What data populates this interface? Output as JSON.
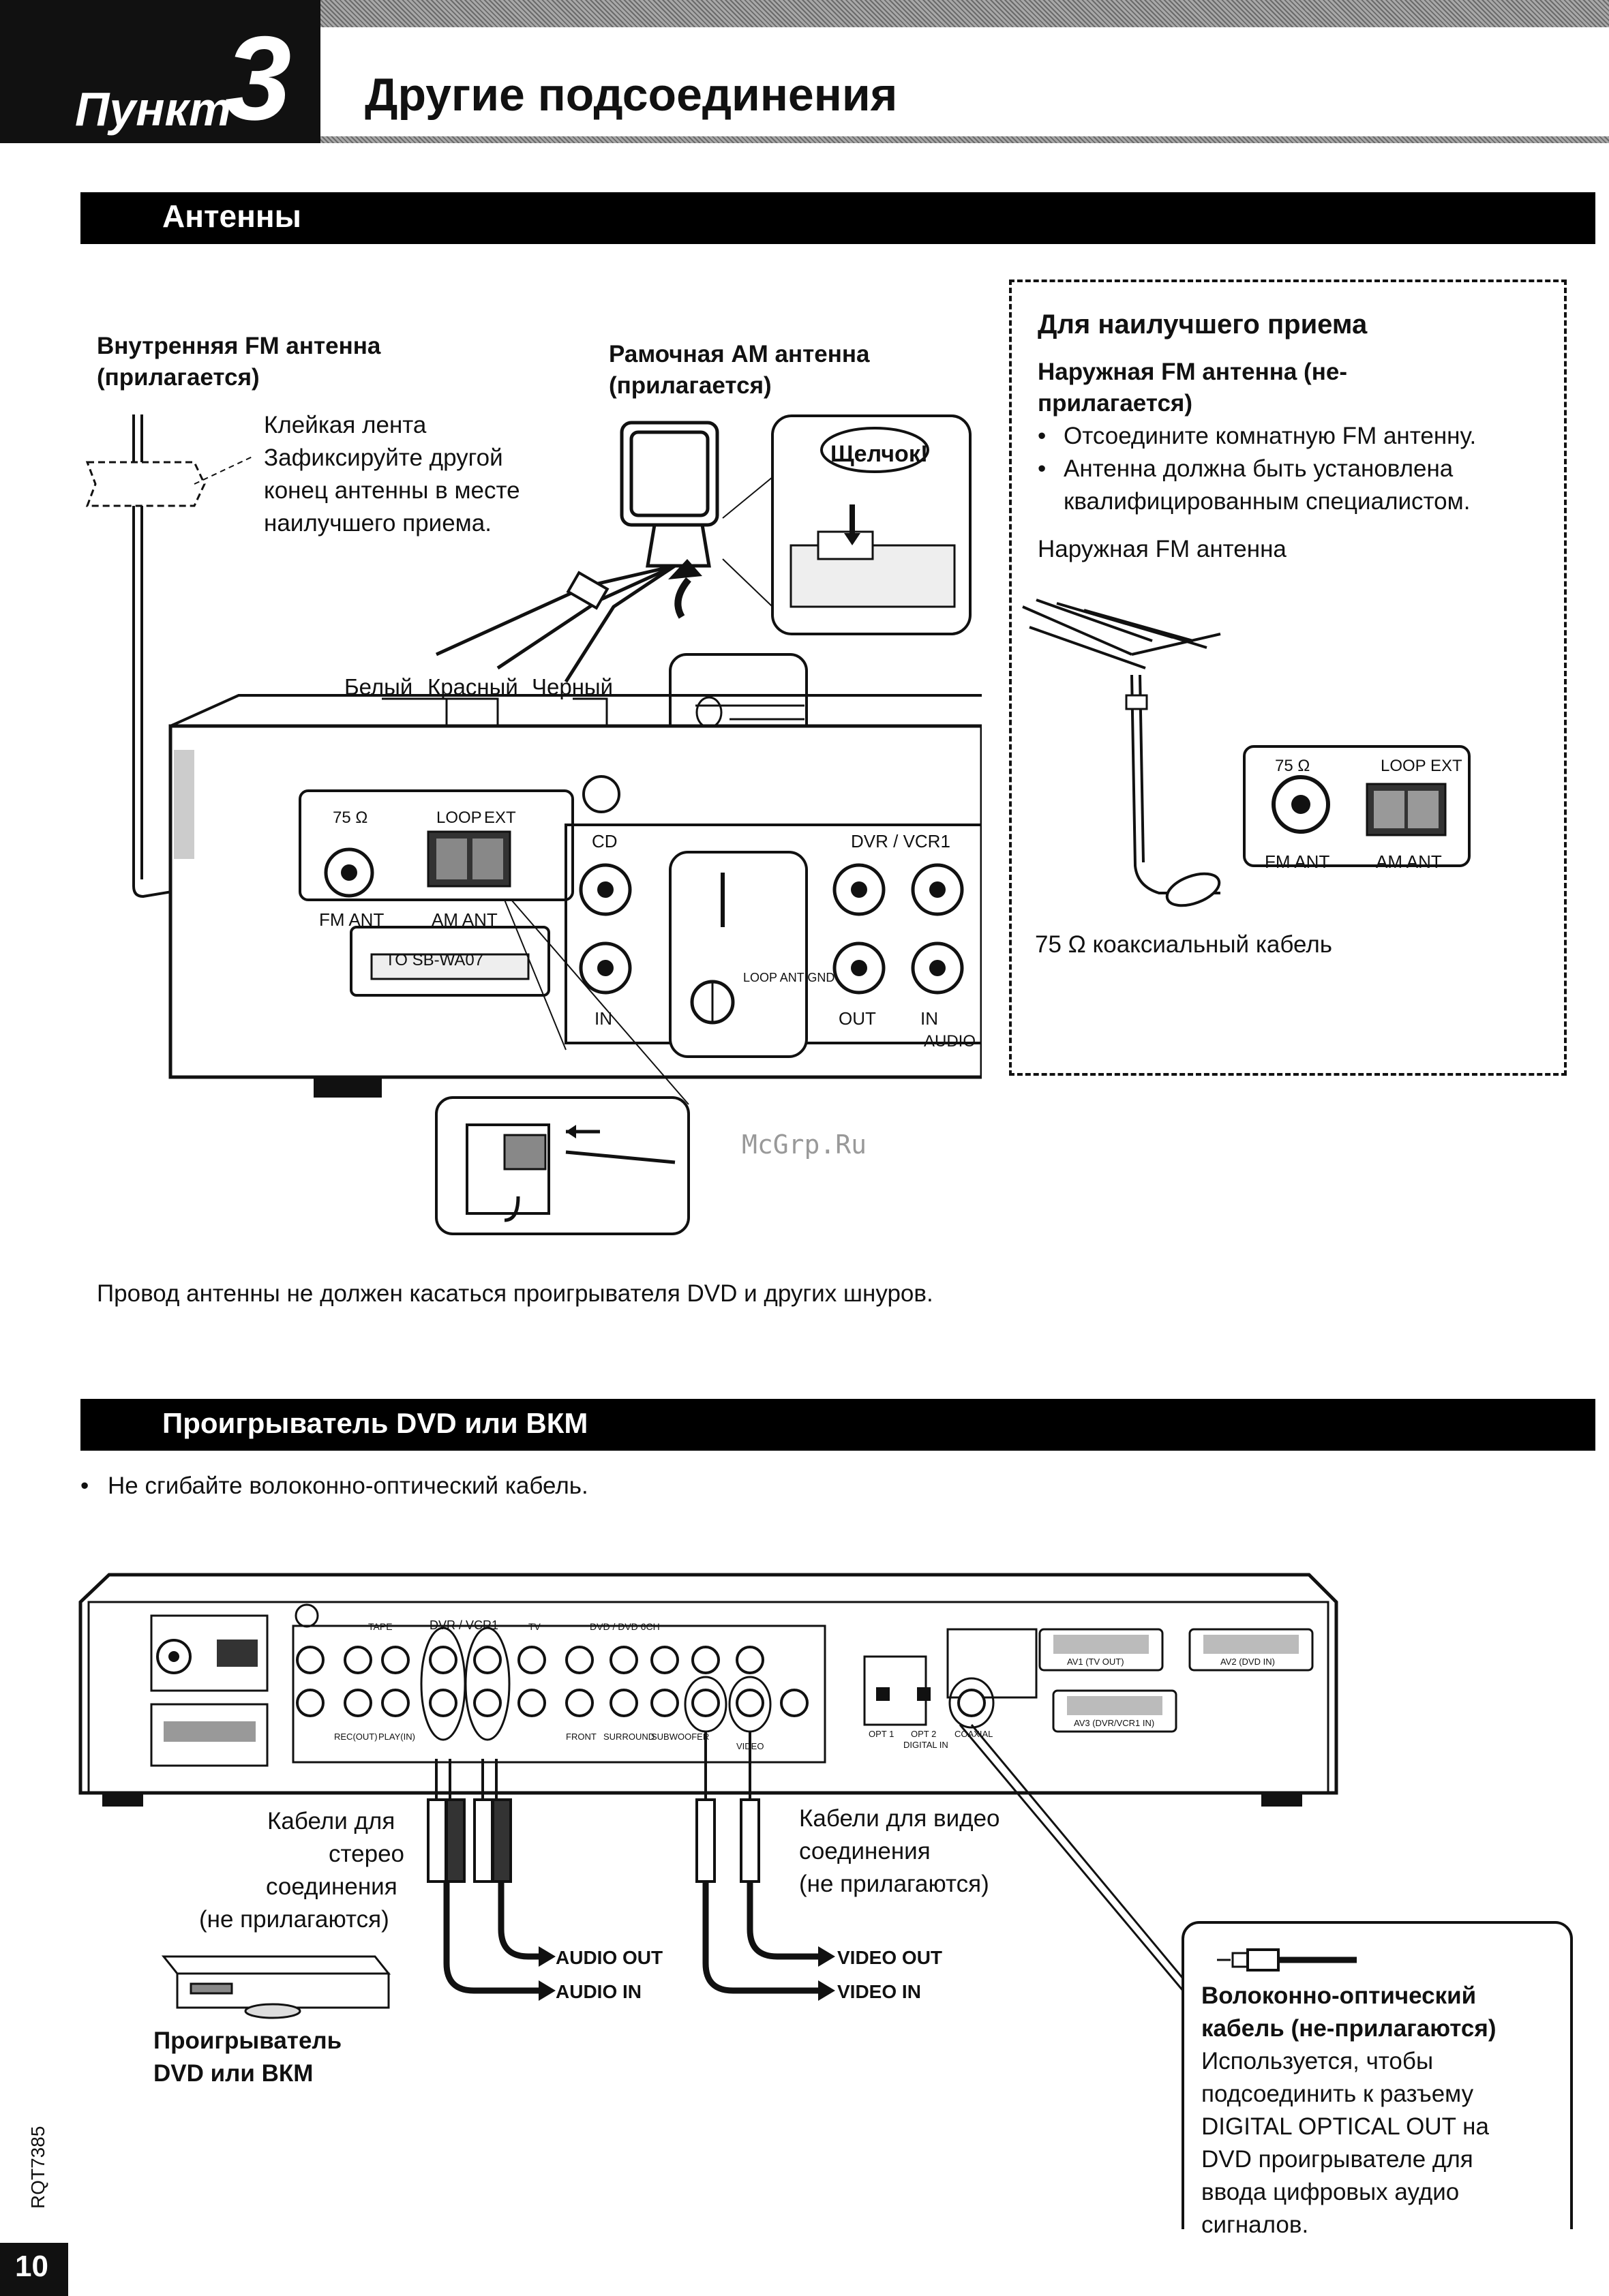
{
  "header": {
    "step_word": "Пункт",
    "step_number": "3",
    "title": "Другие подсоединения"
  },
  "antennas": {
    "section_title": "Антенны",
    "fm_indoor_title": "Внутренняя FM антенна",
    "fm_indoor_sub": "(прилагается)",
    "tape_label": "Клейкая лента",
    "tape_note": [
      "Зафиксируйте другой",
      "конец антенны в месте",
      "наилучшего приема."
    ],
    "am_loop_title": "Рамочная АМ антенна",
    "am_loop_sub": "(прилагается)",
    "click_label": "Щелчок!",
    "wire_white": "Белый",
    "wire_red": "Красный",
    "wire_black": "Черный",
    "panel": {
      "ohm": "75 Ω",
      "fm_ant": "FM ANT",
      "am_ant": "AM ANT",
      "loop": "LOOP",
      "ext": "EXT",
      "to_sb": "TO SB-WA07",
      "cd": "CD",
      "dvr": "DVR / VCR1",
      "in": "IN",
      "out": "OUT",
      "audio": "AUDIO",
      "loop_gnd": "LOOP ANT GND"
    },
    "best_reception": {
      "title": "Для наилучшего приема",
      "subtitle1": "Наружная FM антенна (не-",
      "subtitle2": "прилагается)",
      "bullet1": "Отсоедините комнатную FM антенну.",
      "bullet2a": "Антенна должна быть установлена",
      "bullet2b": "квалифицированным специалистом.",
      "outdoor_label": "Наружная FM антенна",
      "coax_label": "75 Ω коаксиальный кабель"
    },
    "watermark": "McGrp.Ru",
    "note": "Провод антенны не должен касаться проигрывателя DVD и других шнуров."
  },
  "dvd": {
    "section_title": "Проигрыватель DVD или ВКМ",
    "bullet": "Не сгибайте волоконно-оптический кабель.",
    "stereo_cables": [
      "Кабели для",
      "стерео",
      "соединения",
      "(не прилагаются)"
    ],
    "video_cables": [
      "Кабели для видео",
      "соединения",
      "(не прилагаются)"
    ],
    "audio_out": "AUDIO OUT",
    "audio_in": "AUDIO IN",
    "video_out": "VIDEO OUT",
    "video_in": "VIDEO IN",
    "player_label1": "Проигрыватель",
    "player_label2": "DVD или ВКМ",
    "optical_title1": "Волоконно-оптический",
    "optical_title2": "кабель (не-прилагаются)",
    "optical_text": [
      "Используется, чтобы",
      "подсоединить к разъему",
      "DIGITAL OPTICAL OUT на",
      "DVD проигрывателе для",
      "ввода цифровых аудио",
      "сигналов."
    ],
    "rear": {
      "tape": "TAPE",
      "tv": "TV",
      "dvd6ch": "DVD / DVD 6CH",
      "rec": "REC(OUT)",
      "play": "PLAY(IN)",
      "front": "FRONT",
      "surround": "SURROUND",
      "subwoofer": "SUBWOOFER",
      "video": "VIDEO",
      "av1": "AV1 (TV OUT)",
      "av2": "AV2 (DVD IN)",
      "av3": "AV3 (DVR/VCR1 IN)",
      "digital_in": "DIGITAL IN",
      "opt1": "OPT 1",
      "opt2": "OPT 2",
      "coaxial": "COAXIAL"
    }
  },
  "footer": {
    "doc_code": "RQT7385",
    "page_number": "10"
  }
}
